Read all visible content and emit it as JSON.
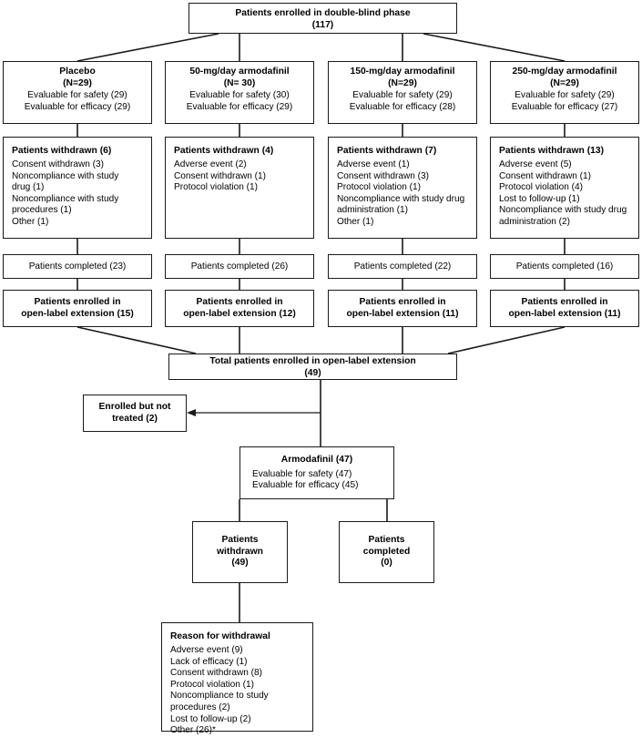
{
  "diagram": {
    "type": "consort-patient-flow",
    "title": "Patient disposition flow diagram"
  },
  "top": {
    "title": "Patients enrolled in double-blind phase",
    "count": "(117)"
  },
  "arms": [
    {
      "name": "Placebo",
      "n": "(N=29)",
      "safety": "Evaluable for safety (29)",
      "efficacy": "Evaluable for efficacy (29)",
      "withdrawn_title": "Patients withdrawn (6)",
      "withdrawn_reasons": [
        "Consent withdrawn (3)",
        "Noncompliance with study",
        "drug (1)",
        "Noncompliance with study",
        "procedures (1)",
        "Other (1)"
      ],
      "completed": "Patients completed (23)",
      "ole_line1": "Patients enrolled in",
      "ole_line2": "open-label extension (15)"
    },
    {
      "name": "50-mg/day armodafinil",
      "n": "(N= 30)",
      "safety": "Evaluable for safety (30)",
      "efficacy": "Evaluable for efficacy (29)",
      "withdrawn_title": "Patients withdrawn (4)",
      "withdrawn_reasons": [
        "Adverse event (2)",
        "Consent withdrawn (1)",
        "Protocol violation (1)"
      ],
      "completed": "Patients completed (26)",
      "ole_line1": "Patients enrolled in",
      "ole_line2": "open-label extension (12)"
    },
    {
      "name": "150-mg/day armodafinil",
      "n": "(N=29)",
      "safety": "Evaluable for safety (29)",
      "efficacy": "Evaluable for efficacy (28)",
      "withdrawn_title": "Patients withdrawn (7)",
      "withdrawn_reasons": [
        "Adverse event (1)",
        "Consent withdrawn (3)",
        "Protocol violation (1)",
        "Noncompliance with study drug",
        "administration (1)",
        "Other (1)"
      ],
      "completed": "Patients completed (22)",
      "ole_line1": "Patients enrolled in",
      "ole_line2": "open-label extension (11)"
    },
    {
      "name": "250-mg/day armodafinil",
      "n": "(N=29)",
      "safety": "Evaluable for safety (29)",
      "efficacy": "Evaluable for efficacy (27)",
      "withdrawn_title": "Patients withdrawn (13)",
      "withdrawn_reasons": [
        "Adverse event (5)",
        "Consent withdrawn (1)",
        "Protocol violation (4)",
        "Lost to follow-up (1)",
        "Noncompliance with study drug",
        "administration (2)"
      ],
      "completed": "Patients completed (16)",
      "ole_line1": "Patients enrolled in",
      "ole_line2": "open-label extension (11)"
    }
  ],
  "total_ole": {
    "title": "Total patients enrolled in open-label extension",
    "count": "(49)"
  },
  "not_treated": {
    "line1": "Enrolled but not",
    "line2": "treated (2)"
  },
  "armodafinil": {
    "title": "Armodafinil (47)",
    "safety": "Evaluable for safety (47)",
    "efficacy": "Evaluable for efficacy (45)"
  },
  "ole_withdrawn": {
    "line1": "Patients",
    "line2": "withdrawn",
    "line3": "(49)"
  },
  "ole_completed": {
    "line1": "Patients",
    "line2": "completed",
    "line3": "(0)"
  },
  "reason_withdrawal": {
    "title": "Reason for withdrawal",
    "items": [
      "Adverse event (9)",
      "Lack of efficacy (1)",
      "Consent withdrawn (8)",
      "Protocol violation (1)",
      "Noncompliance to study",
      "procedures (2)",
      "Lost to follow-up (2)",
      "Other (26)*"
    ]
  },
  "colors": {
    "line": "#1a1a1a",
    "background": "#ffffff",
    "text": "#000000"
  }
}
